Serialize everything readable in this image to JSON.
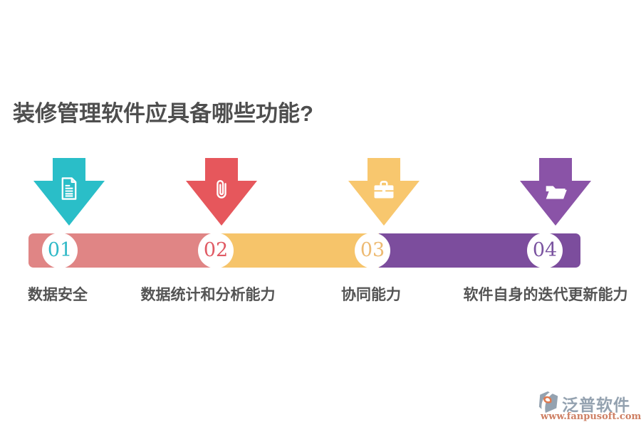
{
  "title": "装修管理软件应具备哪些功能?",
  "colors": {
    "title_text": "#4e4e4e",
    "label_text": "#545454",
    "background": "#ffffff"
  },
  "steps": [
    {
      "number": "01",
      "label": "数据安全",
      "icon": "document-icon",
      "arrow_color": "#2abec8",
      "number_color": "#2fb9c7"
    },
    {
      "number": "02",
      "label": "数据统计和分析能力",
      "icon": "paperclip-icon",
      "arrow_color": "#e6575c",
      "number_color": "#e05a64"
    },
    {
      "number": "03",
      "label": "协同能力",
      "icon": "briefcase-icon",
      "arrow_color": "#f8c76e",
      "number_color": "#edba72"
    },
    {
      "number": "04",
      "label": "软件自身的迭代更新能力",
      "icon": "folder-open-icon",
      "arrow_color": "#8a53a7",
      "number_color": "#7a53a0"
    }
  ],
  "bar_segments": [
    {
      "color": "#e08585"
    },
    {
      "color": "#f6c46a"
    },
    {
      "color": "#7c4d9d"
    }
  ],
  "logo": {
    "name": "泛普软件",
    "url": "www.fanpusoft.com",
    "icon_gray": "#94a2b0",
    "icon_orange": "#de7a50"
  }
}
